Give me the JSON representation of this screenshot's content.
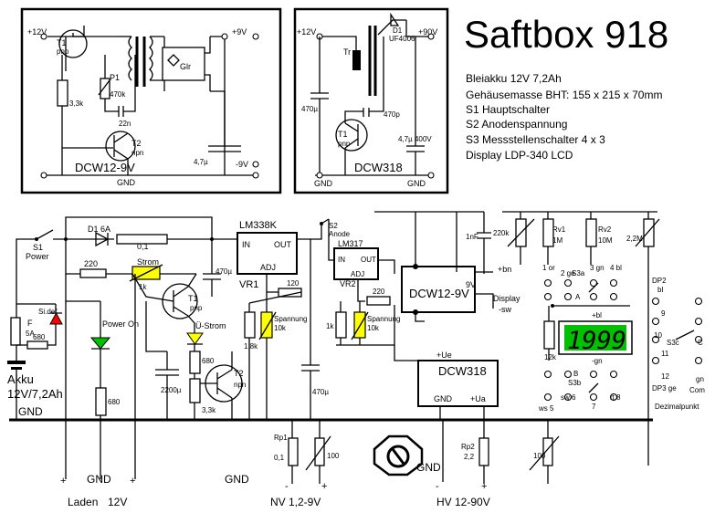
{
  "title": "Saftbox 918",
  "specs": [
    "Bleiakku 12V 7,2Ah",
    "Gehäusemasse BHT: 155 x 215 x 70mm",
    "S1 Hauptschalter",
    "S2 Anodenspannung",
    "S3 Messstellenschalter 4 x 3",
    "Display LDP-340 LCD"
  ],
  "inset_left": {
    "name": "DCW12-9V",
    "labels": {
      "vcc": "+12V",
      "t1": "T1",
      "t1_type": "pnp",
      "p1": "P1",
      "p1_val": "470k",
      "r_val": "3,3k",
      "c_val": "22n",
      "t2": "T2",
      "t2_type": "npn",
      "glr": "Glr",
      "out_pos": "+9V",
      "out_neg": "-9V",
      "c_out": "4,7µ",
      "gnd": "GND"
    }
  },
  "inset_right": {
    "name": "DCW318",
    "labels": {
      "vcc": "+12V",
      "tr": "Tr",
      "d1": "D1",
      "d1_type": "UF4006",
      "out": "+90V",
      "c_in": "470µ",
      "c_fb": "470p",
      "t1": "T1",
      "t1_type": "pnp",
      "c_out": "4,7µ 400V",
      "gnd1": "GND",
      "gnd2": "GND"
    }
  },
  "main": {
    "s1": "S1",
    "s1b": "Power",
    "d1": "D1 6A",
    "r01": "0,1",
    "r220a": "220",
    "strom": "Strom",
    "r1k": "1k",
    "t1": "T1",
    "t1_type": "pnp",
    "power_on": "Power On",
    "u_strom": "Ü-Strom",
    "r680a": "680",
    "r680b": "680",
    "r680c": "680",
    "r33k": "3,3k",
    "c2200": "2200µ",
    "t2": "T2",
    "t2_type": "npn",
    "fuse": "F",
    "fuse_val": "5A",
    "si_def": "Si.def",
    "akku": "Akku",
    "akku_val": "12V/7,2Ah",
    "gnd_rail": "GND",
    "lm338": "LM338K",
    "in": "IN",
    "out": "OUT",
    "adj": "ADJ",
    "vr1": "VR1",
    "c470": "470µ",
    "r120a": "120",
    "spannung1": "Spannung",
    "r10k1": "10k",
    "r18k": "1,8k",
    "c470b": "470µ",
    "s2": "S2",
    "s2b": "Anode",
    "lm317": "LM317",
    "in2": "IN",
    "out2": "OUT",
    "adj2": "ADJ",
    "vr2": "VR2",
    "r220b": "220",
    "spannung2": "Spannung",
    "r10k2": "10k",
    "r1k2": "1k",
    "dcw12": "DCW12-9V",
    "plus_bn": "+bn",
    "nine_v": "9V",
    "display": "Display",
    "minus_sw": "-sw",
    "c1n": "1nF",
    "dcw318": "DCW318",
    "ue": "+Ue",
    "gnd_b": "GND",
    "ua": "+Ua",
    "r220k": "220k",
    "rv1": "Rv1",
    "rv1_val": "1M",
    "rv2": "Rv2",
    "rv2_val": "10M",
    "r22m": "2,2M",
    "r12k": "12k",
    "p1or": "1 or",
    "p2ge": "2 ge",
    "s3a": "S3a",
    "p3gn": "3 gn",
    "p4bl": "4 bl",
    "pa": "A",
    "plusbl": "+bl",
    "minusgn": "-gn",
    "s3b": "S3b",
    "pb": "B",
    "p5ws": "ws 5",
    "p6sw": "sw 6",
    "p7": "7",
    "p8rt": "rt 8",
    "dp2": "DP2",
    "dp2bl": "bl",
    "p9": "9",
    "p10": "10",
    "s3c": "S3c",
    "pc": "C",
    "p11": "11",
    "p12": "12",
    "dp3ge": "DP3 ge",
    "gn": "gn",
    "com": "Com",
    "dezimalpunkt": "Dezimalpunkt",
    "lcd": "1999",
    "rp1": "Rp1",
    "rp1_val": "0,1",
    "r100a": "100",
    "rp2": "Rp2",
    "rp2_val": "2,2",
    "r100b": "100",
    "gnd_mid": "GND",
    "gnd_bottom1": "GND",
    "gnd_bottom2": "GND",
    "laden": "Laden",
    "v12": "12V",
    "nv": "NV 1,2-9V",
    "hv": "HV 12-90V",
    "plus": "+",
    "minus": "-"
  }
}
